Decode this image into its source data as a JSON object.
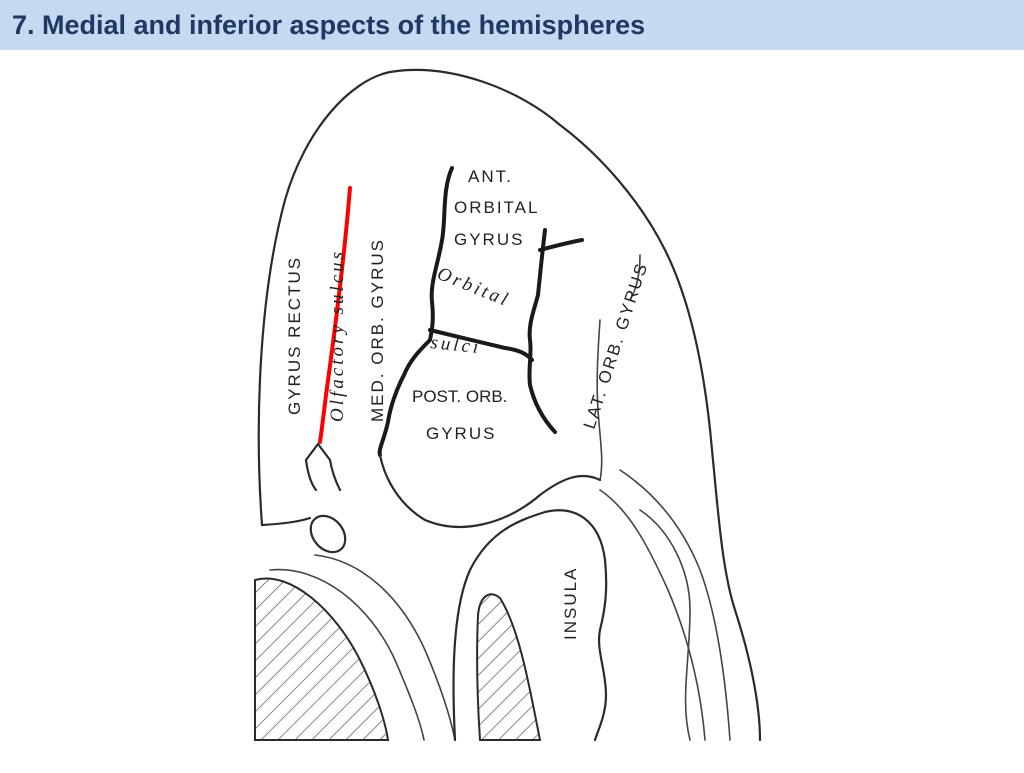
{
  "title": "7. Medial and inferior aspects of the hemispheres",
  "labels": {
    "gyrus_rectus": "GYRUS RECTUS",
    "olfactory_sulcus": "Olfactory sulcus",
    "med_orb_gyrus": "MED. ORB. GYRUS",
    "ant_orbital_line1": "ANT.",
    "ant_orbital_line2": "ORBITAL",
    "ant_orbital_line3": "GYRUS",
    "orbital": "Orbital",
    "sulci": "sulci",
    "post_orb_line1": "POST. ORB.",
    "post_orb_line2": "GYRUS",
    "lat_orb_gyrus": "LAT. ORB. GYRUS",
    "insula": "INSULA"
  },
  "colors": {
    "title_bar": "#c5d9f1",
    "title_text": "#1f3864",
    "olfactory_highlight": "#ff0000"
  }
}
